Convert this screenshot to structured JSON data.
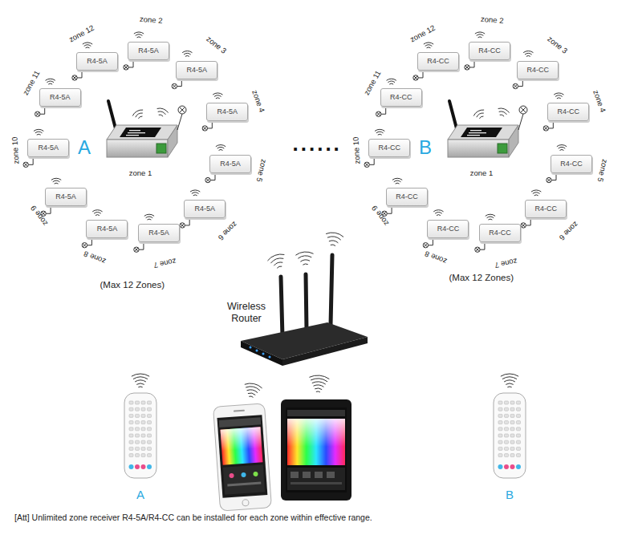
{
  "diagram": {
    "nodes": [
      {
        "text": [
          "zone 1"
        ]
      },
      {
        "text": [
          "R4-5A"
        ]
      },
      {
        "text": [
          "R4-5A"
        ]
      },
      {
        "text": [
          "R4-5A"
        ]
      },
      {
        "text": [
          "R4-5A"
        ]
      },
      {
        "text": [
          "R4-5A"
        ]
      },
      {
        "text": [
          "R4-5A"
        ]
      },
      {
        "text": [
          "R4-5A"
        ]
      },
      {
        "text": [
          "R4-5A"
        ]
      },
      {
        "text": [
          "R4-5A"
        ]
      },
      {
        "text": [
          "R4-5A"
        ]
      },
      {
        "text": [
          "R4-5A"
        ]
      },
      {
        "text": [
          "zone 1"
        ]
      },
      {
        "text": [
          "R4-CC"
        ]
      },
      {
        "text": [
          "R4-CC"
        ]
      },
      {
        "text": [
          "R4-CC"
        ]
      },
      {
        "text": [
          "R4-CC"
        ]
      },
      {
        "text": [
          "R4-CC"
        ]
      },
      {
        "text": [
          "R4-CC"
        ]
      },
      {
        "text": [
          "R4-CC"
        ]
      },
      {
        "text": [
          "R4-CC"
        ]
      },
      {
        "text": [
          "R4-CC"
        ]
      },
      {
        "text": [
          "R4-CC"
        ]
      },
      {
        "text": [
          "R4-CC"
        ]
      },
      {
        "text": [
          "Wireless Router"
        ]
      },
      {
        "text": [
          "A"
        ]
      },
      {
        "text": [
          "B"
        ]
      }
    ],
    "labels": [
      "A",
      "zone 2",
      "zone 3",
      "zone 4",
      "zone 5",
      "zone 6",
      "zone 7",
      "zone 8",
      "zone 9",
      "zone 10",
      "zone 11",
      "zone 12",
      "(Max 12 Zones)",
      "......",
      "B",
      "zone 2",
      "zone 3",
      "zone 4",
      "zone 5",
      "zone 6",
      "zone 7",
      "zone 8",
      "zone 9",
      "zone 10",
      "zone 11",
      "zone 12",
      "(Max 12 Zones)",
      "[Att] Unlimited zone receiver R4-5A/R4-CC can be installed for each zone within effective range."
    ]
  }
}
